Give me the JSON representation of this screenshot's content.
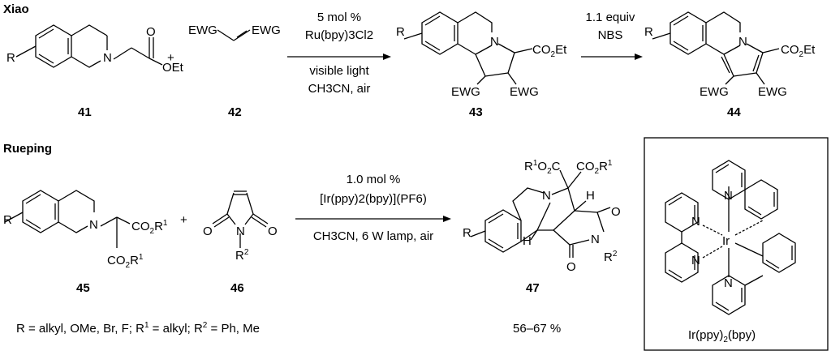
{
  "sections": {
    "xiao": "Xiao",
    "rueping": "Rueping"
  },
  "compounds": {
    "c41": "41",
    "c42": "42",
    "c43": "43",
    "c44": "44",
    "c45": "45",
    "c46": "46",
    "c47": "47"
  },
  "atoms": {
    "R": "R",
    "N": "N",
    "O": "O",
    "H": "H",
    "Ir": "Ir",
    "EWG": "EWG",
    "OEt": "OEt",
    "CO2Et": "CO",
    "CO2Et_sub": "2",
    "CO2Et_tail": "Et",
    "CO2R1": "CO",
    "CO2R1_sub": "2",
    "CO2R1_tail": "R",
    "sup1": "1",
    "R2": "R",
    "sup2": "2",
    "R1O2C_head": "R",
    "R1O2C_sup": "1",
    "R1O2C_mid": "O",
    "R1O2C_sub": "2",
    "R1O2C_tail": "C"
  },
  "conditions": {
    "xiao_step1": [
      "5 mol %",
      "Ru(bpy)3Cl2",
      "visible light",
      "CH3CN, air"
    ],
    "xiao_step2": [
      "1.1 equiv",
      "NBS"
    ],
    "rueping": [
      "1.0 mol %",
      "[Ir(ppy)2(bpy)](PF6)",
      "CH3CN, 6 W lamp, air"
    ]
  },
  "plus": "+",
  "footnote": "R = alkyl, OMe, Br, F; R1 = alkyl; R2 = Ph, Me",
  "yield": "56–67 %",
  "catalyst_label": "Ir(ppy)2(bpy)"
}
